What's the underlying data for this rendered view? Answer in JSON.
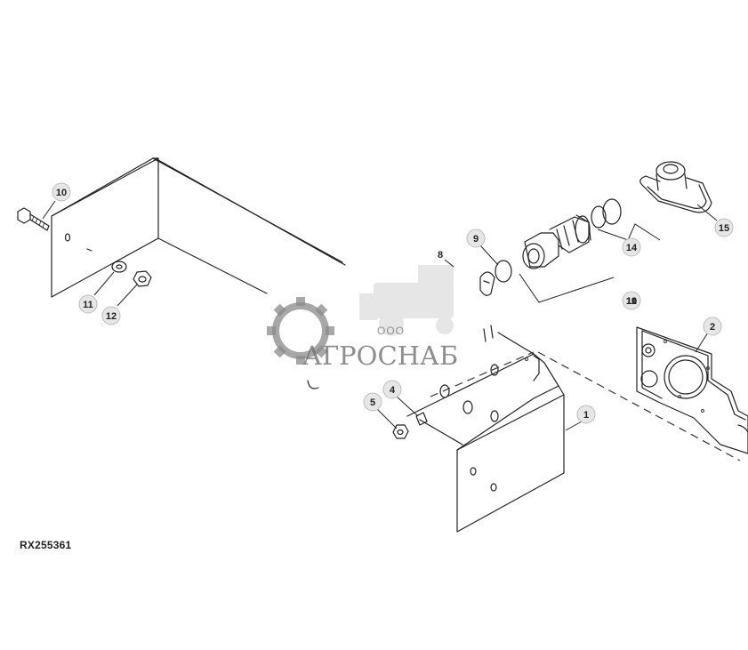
{
  "figure_id": "RX255361",
  "watermark": {
    "company_prefix": "ООО",
    "company_name": "АГРОСНАБ"
  },
  "callouts": [
    "1",
    "2",
    "4",
    "5",
    "8",
    "9",
    "10",
    "11",
    "12",
    "13",
    "14",
    "15"
  ],
  "colors": {
    "line": "#222222",
    "callout_fill": "#e6e6e6",
    "watermark": "#6f6f6f"
  }
}
